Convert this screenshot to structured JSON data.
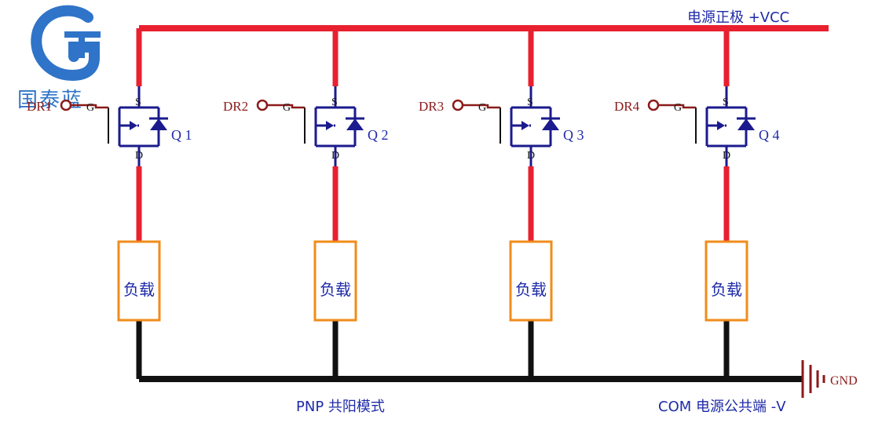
{
  "logo": {
    "text": "国泰蓝",
    "color": "#2f74c8"
  },
  "rails": {
    "vcc_label": "电源正极 +VCC",
    "mode_label": "PNP 共阳模式",
    "com_label": "COM 电源公共端 -V",
    "gnd_label": "GND"
  },
  "colors": {
    "vcc_wire": "#e8202f",
    "com_wire": "#111111",
    "transistor": "#1b1b8e",
    "load_box": "#f08c1a",
    "gate_wire": "#8b1a1a",
    "text_blue": "#1e2aa8",
    "text_red": "#8b1a1a"
  },
  "channels": [
    {
      "drive": "DR1",
      "gate": "G",
      "source": "S",
      "drain": "D",
      "transistor": "Q 1",
      "load": "负载"
    },
    {
      "drive": "DR2",
      "gate": "G",
      "source": "S",
      "drain": "D",
      "transistor": "Q 2",
      "load": "负载"
    },
    {
      "drive": "DR3",
      "gate": "G",
      "source": "S",
      "drain": "D",
      "transistor": "Q 3",
      "load": "负载"
    },
    {
      "drive": "DR4",
      "gate": "G",
      "source": "S",
      "drain": "D",
      "transistor": "Q 4",
      "load": "负载"
    }
  ]
}
